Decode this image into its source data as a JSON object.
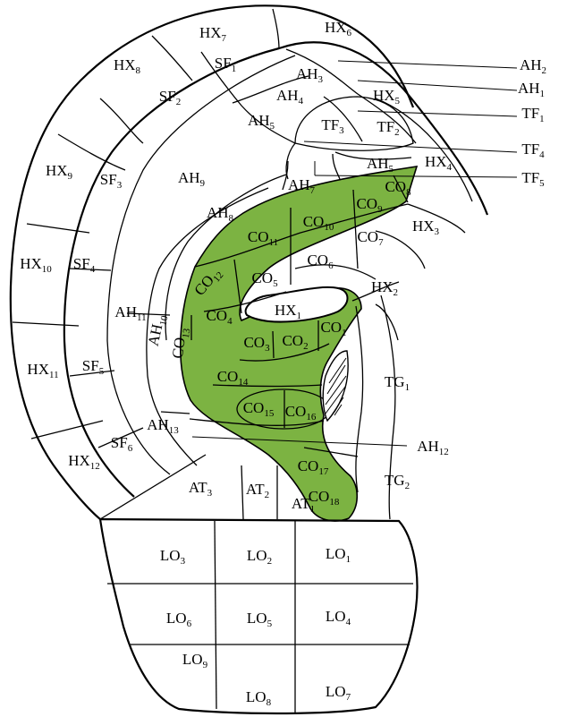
{
  "colors": {
    "concha_fill": "#7cb342",
    "line": "#000000",
    "background": "#ffffff"
  },
  "labels": {
    "HX1": {
      "base": "HX",
      "sub": "1"
    },
    "HX2": {
      "base": "HX",
      "sub": "2"
    },
    "HX3": {
      "base": "HX",
      "sub": "3"
    },
    "HX4": {
      "base": "HX",
      "sub": "4"
    },
    "HX5": {
      "base": "HX",
      "sub": "5"
    },
    "HX6": {
      "base": "HX",
      "sub": "6"
    },
    "HX7": {
      "base": "HX",
      "sub": "7"
    },
    "HX8": {
      "base": "HX",
      "sub": "8"
    },
    "HX9": {
      "base": "HX",
      "sub": "9"
    },
    "HX10": {
      "base": "HX",
      "sub": "10"
    },
    "HX11": {
      "base": "HX",
      "sub": "11"
    },
    "HX12": {
      "base": "HX",
      "sub": "12"
    },
    "SF1": {
      "base": "SF",
      "sub": "1"
    },
    "SF2": {
      "base": "SF",
      "sub": "2"
    },
    "SF3": {
      "base": "SF",
      "sub": "3"
    },
    "SF4": {
      "base": "SF",
      "sub": "4"
    },
    "SF5": {
      "base": "SF",
      "sub": "5"
    },
    "SF6": {
      "base": "SF",
      "sub": "6"
    },
    "AH1": {
      "base": "AH",
      "sub": "1"
    },
    "AH2": {
      "base": "AH",
      "sub": "2"
    },
    "AH3": {
      "base": "AH",
      "sub": "3"
    },
    "AH4": {
      "base": "AH",
      "sub": "4"
    },
    "AH5a": {
      "base": "AH",
      "sub": "5"
    },
    "AH5b": {
      "base": "AH",
      "sub": "5"
    },
    "AH7": {
      "base": "AH",
      "sub": "7"
    },
    "AH8": {
      "base": "AH",
      "sub": "8"
    },
    "AH9": {
      "base": "AH",
      "sub": "9"
    },
    "AH10": {
      "base": "AH",
      "sub": "10"
    },
    "AH11": {
      "base": "AH",
      "sub": "11"
    },
    "AH12": {
      "base": "AH",
      "sub": "12"
    },
    "AH13": {
      "base": "AH",
      "sub": "13"
    },
    "TF1": {
      "base": "TF",
      "sub": "1"
    },
    "TF2": {
      "base": "TF",
      "sub": "2"
    },
    "TF3": {
      "base": "TF",
      "sub": "3"
    },
    "TF4": {
      "base": "TF",
      "sub": "4"
    },
    "TF5": {
      "base": "TF",
      "sub": "5"
    },
    "CO1": {
      "base": "CO",
      "sub": "1"
    },
    "CO2": {
      "base": "CO",
      "sub": "2"
    },
    "CO3": {
      "base": "CO",
      "sub": "3"
    },
    "CO4": {
      "base": "CO",
      "sub": "4"
    },
    "CO5": {
      "base": "CO",
      "sub": "5"
    },
    "CO6": {
      "base": "CO",
      "sub": "6"
    },
    "CO7": {
      "base": "CO",
      "sub": "7"
    },
    "CO8": {
      "base": "CO",
      "sub": "8"
    },
    "CO9": {
      "base": "CO",
      "sub": "9"
    },
    "CO10": {
      "base": "CO",
      "sub": "10"
    },
    "CO11": {
      "base": "CO",
      "sub": "11"
    },
    "CO12": {
      "base": "CO",
      "sub": "12"
    },
    "CO13": {
      "base": "CO",
      "sub": "13"
    },
    "CO14": {
      "base": "CO",
      "sub": "14"
    },
    "CO15": {
      "base": "CO",
      "sub": "15"
    },
    "CO16": {
      "base": "CO",
      "sub": "16"
    },
    "CO17": {
      "base": "CO",
      "sub": "17"
    },
    "CO18": {
      "base": "CO",
      "sub": "18"
    },
    "TG1": {
      "base": "TG",
      "sub": "1"
    },
    "TG2": {
      "base": "TG",
      "sub": "2"
    },
    "AT1": {
      "base": "AT",
      "sub": "1"
    },
    "AT2": {
      "base": "AT",
      "sub": "2"
    },
    "AT3": {
      "base": "AT",
      "sub": "3"
    },
    "LO1": {
      "base": "LO",
      "sub": "1"
    },
    "LO2": {
      "base": "LO",
      "sub": "2"
    },
    "LO3": {
      "base": "LO",
      "sub": "3"
    },
    "LO4": {
      "base": "LO",
      "sub": "4"
    },
    "LO5": {
      "base": "LO",
      "sub": "5"
    },
    "LO6": {
      "base": "LO",
      "sub": "6"
    },
    "LO7": {
      "base": "LO",
      "sub": "7"
    },
    "LO8": {
      "base": "LO",
      "sub": "8"
    },
    "LO9": {
      "base": "LO",
      "sub": "9"
    }
  }
}
